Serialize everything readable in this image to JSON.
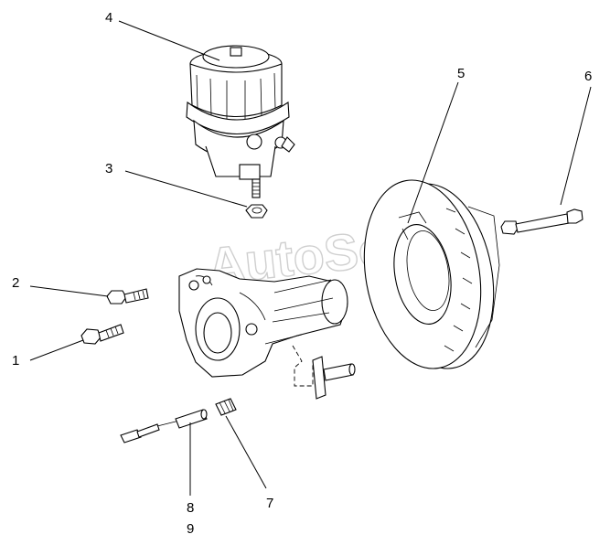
{
  "watermark": "AutoSoft",
  "callouts": {
    "c1": "1",
    "c2": "2",
    "c3": "3",
    "c4": "4",
    "c5": "5",
    "c6": "6",
    "c7": "7",
    "c8": "8",
    "c9": "9"
  }
}
